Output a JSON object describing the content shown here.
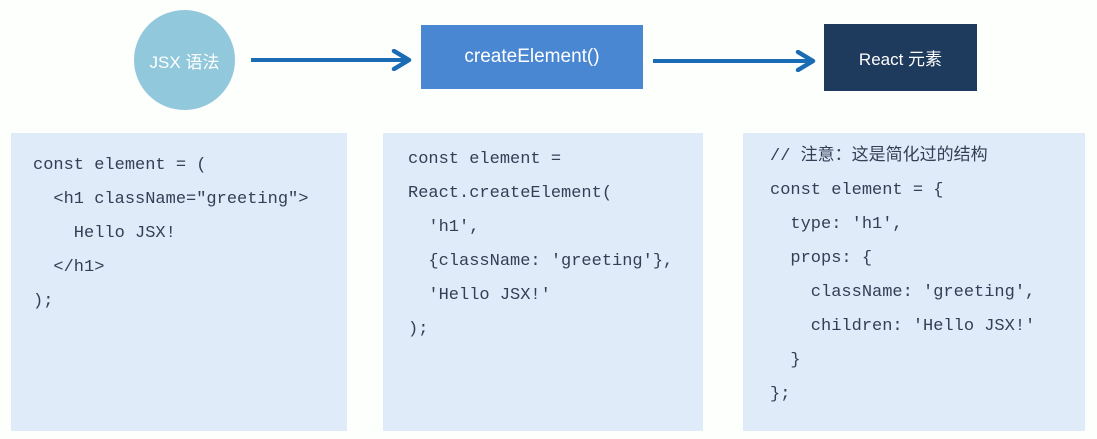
{
  "colors": {
    "page-bg": "#fdfffd",
    "node-jsx-bg": "#91c8dc",
    "node-create-bg": "#4a87d3",
    "node-react-bg": "#1e3a5c",
    "node-text": "#ffffff",
    "arrow": "#1a6cb4",
    "panel-bg": "#e0ebfa",
    "code-text": "#343e54"
  },
  "flow": {
    "jsx": {
      "label": "JSX 语法"
    },
    "create": {
      "label": "createElement()"
    },
    "react": {
      "label": "React 元素"
    }
  },
  "panels": [
    {
      "code": "const element = (\n  <h1 className=\"greeting\">\n    Hello JSX!\n  </h1>\n);"
    },
    {
      "code": "const element =\nReact.createElement(\n  'h1',\n  {className: 'greeting'},\n  'Hello JSX!'\n);"
    },
    {
      "code": "// 注意：这是简化过的结构\nconst element = {\n  type: 'h1',\n  props: {\n    className: 'greeting',\n    children: 'Hello JSX!'\n  }\n};"
    }
  ]
}
